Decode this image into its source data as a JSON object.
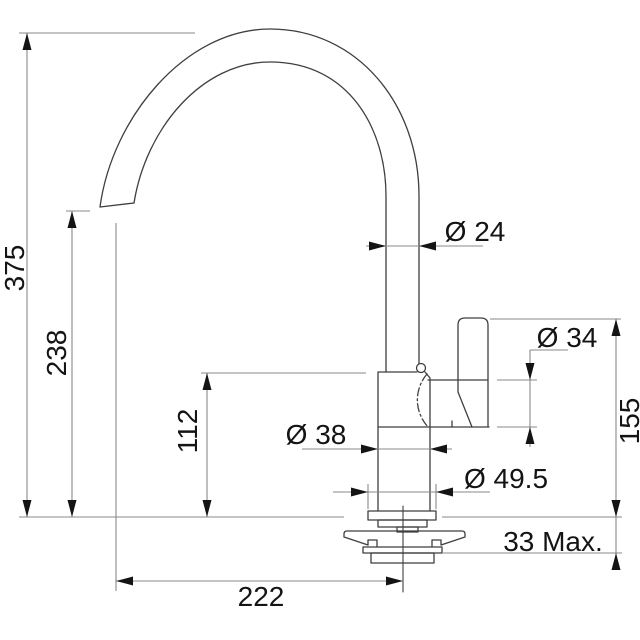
{
  "drawing": {
    "type": "technical-dimension-drawing",
    "subject": "kitchen-tap-side-elevation",
    "unit_system": "mm",
    "colors": {
      "outline": "#3f3f3f",
      "dimension_line": "#8a8a8a",
      "label": "#141414",
      "arrow": "#141414",
      "background": "#ffffff"
    },
    "labels": {
      "overall_height": "375",
      "outlet_height": "238",
      "body_height": "112",
      "handle_height": "155",
      "spout_diameter": "Ø 24",
      "handle_diameter": "Ø 34",
      "body_diameter": "Ø 38",
      "base_diameter": "Ø 49.5",
      "deck_thickness": "33 Max.",
      "spout_reach": "222"
    }
  }
}
